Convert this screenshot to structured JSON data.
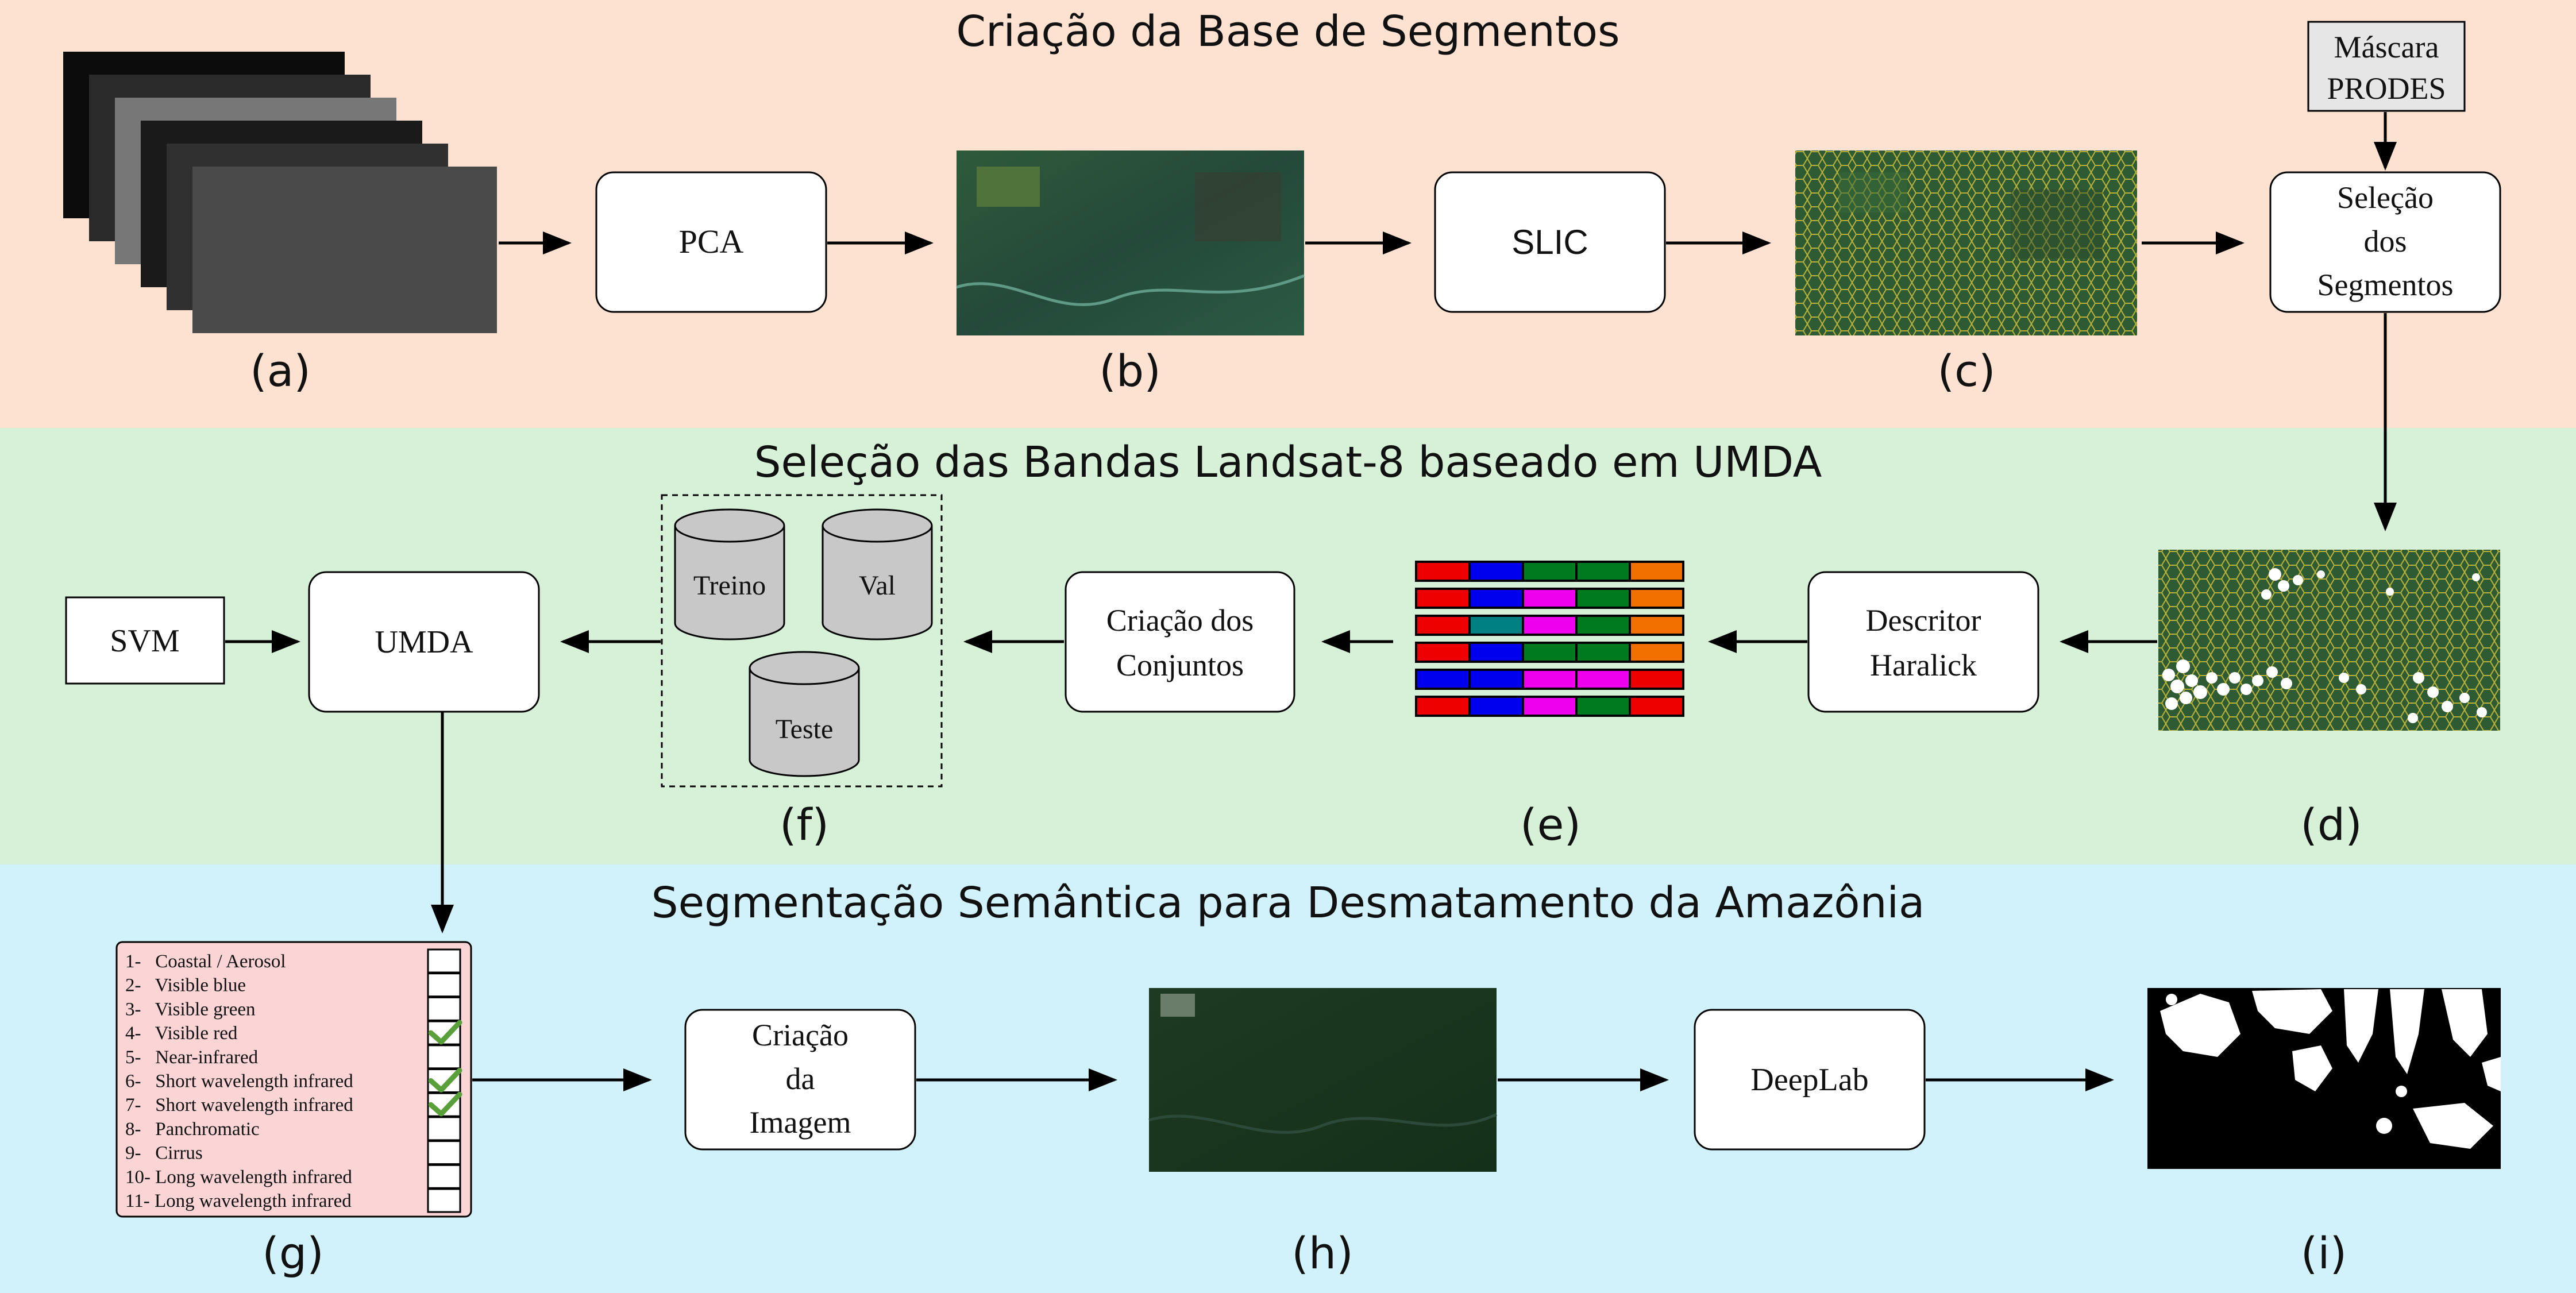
{
  "colors": {
    "section1_bg": "#fde1d1",
    "section2_bg": "#d6f1d7",
    "section3_bg": "#d2f2fb",
    "checklist_bg": "#fbd4d6",
    "mask_box_bg": "#e6e6e6",
    "cylinder_fill": "#c8c8c8",
    "check_color": "#5aa03a"
  },
  "sections": {
    "creation": {
      "title": "Criação da Base de Segmentos"
    },
    "selection": {
      "title": "Seleção das Bandas Landsat-8 baseado em UMDA"
    },
    "segmentation": {
      "title": "Segmentação Semântica para Desmatamento da Amazônia"
    }
  },
  "nodes": {
    "pca": "PCA",
    "slic": "SLIC",
    "mask": [
      "Máscara",
      "PRODES"
    ],
    "segment_selection": [
      "Seleção",
      "dos",
      "Segmentos"
    ],
    "haralick": [
      "Descritor",
      "Haralick"
    ],
    "datasets": [
      "Criação dos",
      "Conjuntos"
    ],
    "umda": "UMDA",
    "svm": "SVM",
    "image_creation": [
      "Criação",
      "da",
      "Imagem"
    ],
    "deeplab": "DeepLab",
    "cyl_train": "Treino",
    "cyl_val": "Val",
    "cyl_test": "Teste"
  },
  "panel_labels": {
    "a": "(a)",
    "b": "(b)",
    "c": "(c)",
    "d": "(d)",
    "e": "(e)",
    "f": "(f)",
    "g": "(g)",
    "h": "(h)",
    "i": "(i)"
  },
  "bands": [
    {
      "label": "1-   Coastal / Aerosol",
      "checked": false
    },
    {
      "label": "2-   Visible blue",
      "checked": false
    },
    {
      "label": "3-   Visible green",
      "checked": false
    },
    {
      "label": "4-   Visible red",
      "checked": true
    },
    {
      "label": "5-   Near-infrared",
      "checked": false
    },
    {
      "label": "6-   Short wavelength infrared",
      "checked": true
    },
    {
      "label": "7-   Short wavelength infrared",
      "checked": true
    },
    {
      "label": "8-   Panchromatic",
      "checked": false
    },
    {
      "label": "9-   Cirrus",
      "checked": false
    },
    {
      "label": "10- Long wavelength infrared",
      "checked": false
    },
    {
      "label": "11- Long wavelength infrared",
      "checked": false
    }
  ],
  "feature_vectors": [
    [
      "#ee0000",
      "#0000ee",
      "#007a1e",
      "#007a1e",
      "#f27000"
    ],
    [
      "#ee0000",
      "#0000ee",
      "#ee00ee",
      "#007a1e",
      "#f27000"
    ],
    [
      "#ee0000",
      "#008080",
      "#ee00ee",
      "#007a1e",
      "#f27000"
    ],
    [
      "#ee0000",
      "#0000ee",
      "#007a1e",
      "#007a1e",
      "#f27000"
    ],
    [
      "#0000ee",
      "#0000ee",
      "#ee00ee",
      "#ee00ee",
      "#ee0000"
    ],
    [
      "#ee0000",
      "#0000ee",
      "#ee00ee",
      "#007a1e",
      "#ee0000"
    ]
  ]
}
